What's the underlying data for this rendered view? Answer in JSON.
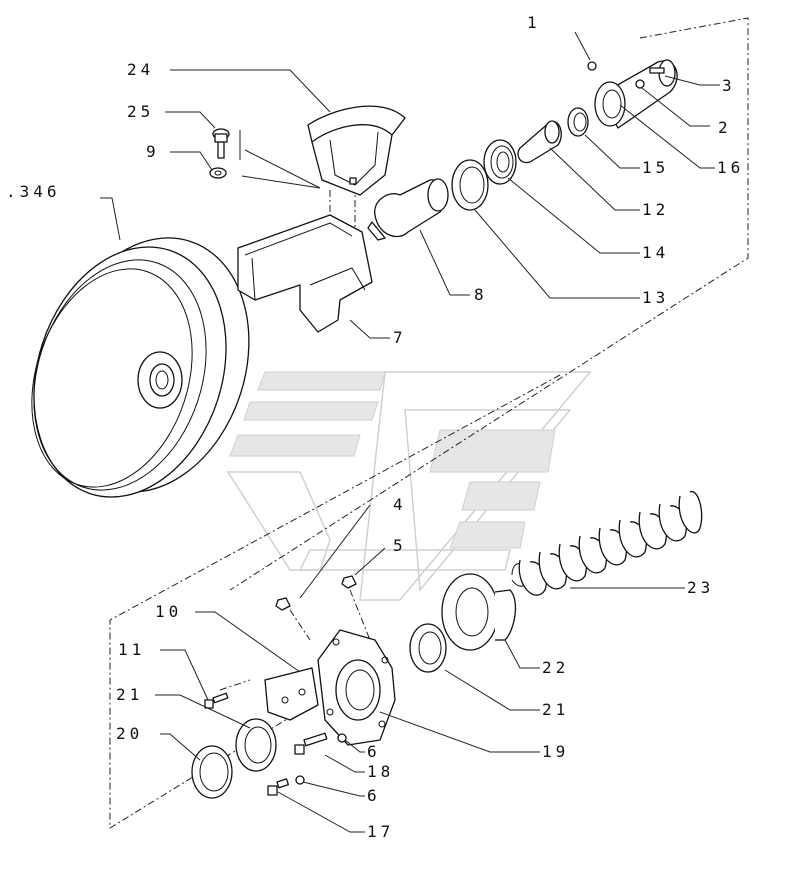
{
  "diagram": {
    "labels": [
      {
        "id": "1",
        "text": "1"
      },
      {
        "id": "2",
        "text": "2"
      },
      {
        "id": "3",
        "text": "3"
      },
      {
        "id": "4",
        "text": "4"
      },
      {
        "id": "5",
        "text": "5"
      },
      {
        "id": "6a",
        "text": "6"
      },
      {
        "id": "6b",
        "text": "6"
      },
      {
        "id": "7",
        "text": "7"
      },
      {
        "id": "8",
        "text": "8"
      },
      {
        "id": "9",
        "text": "9"
      },
      {
        "id": "10",
        "text": "10"
      },
      {
        "id": "11",
        "text": "11"
      },
      {
        "id": "12",
        "text": "12"
      },
      {
        "id": "13",
        "text": "13"
      },
      {
        "id": "14",
        "text": "14"
      },
      {
        "id": "15",
        "text": "15"
      },
      {
        "id": "16",
        "text": "16"
      },
      {
        "id": "17",
        "text": "17"
      },
      {
        "id": "18",
        "text": "18"
      },
      {
        "id": "19",
        "text": "19"
      },
      {
        "id": "20",
        "text": "20"
      },
      {
        "id": "21a",
        "text": "21"
      },
      {
        "id": "21b",
        "text": "21"
      },
      {
        "id": "22",
        "text": "22"
      },
      {
        "id": "23",
        "text": "23"
      },
      {
        "id": "24",
        "text": "24"
      },
      {
        "id": "25",
        "text": "25"
      },
      {
        "id": "346",
        "text": ".346"
      }
    ]
  }
}
